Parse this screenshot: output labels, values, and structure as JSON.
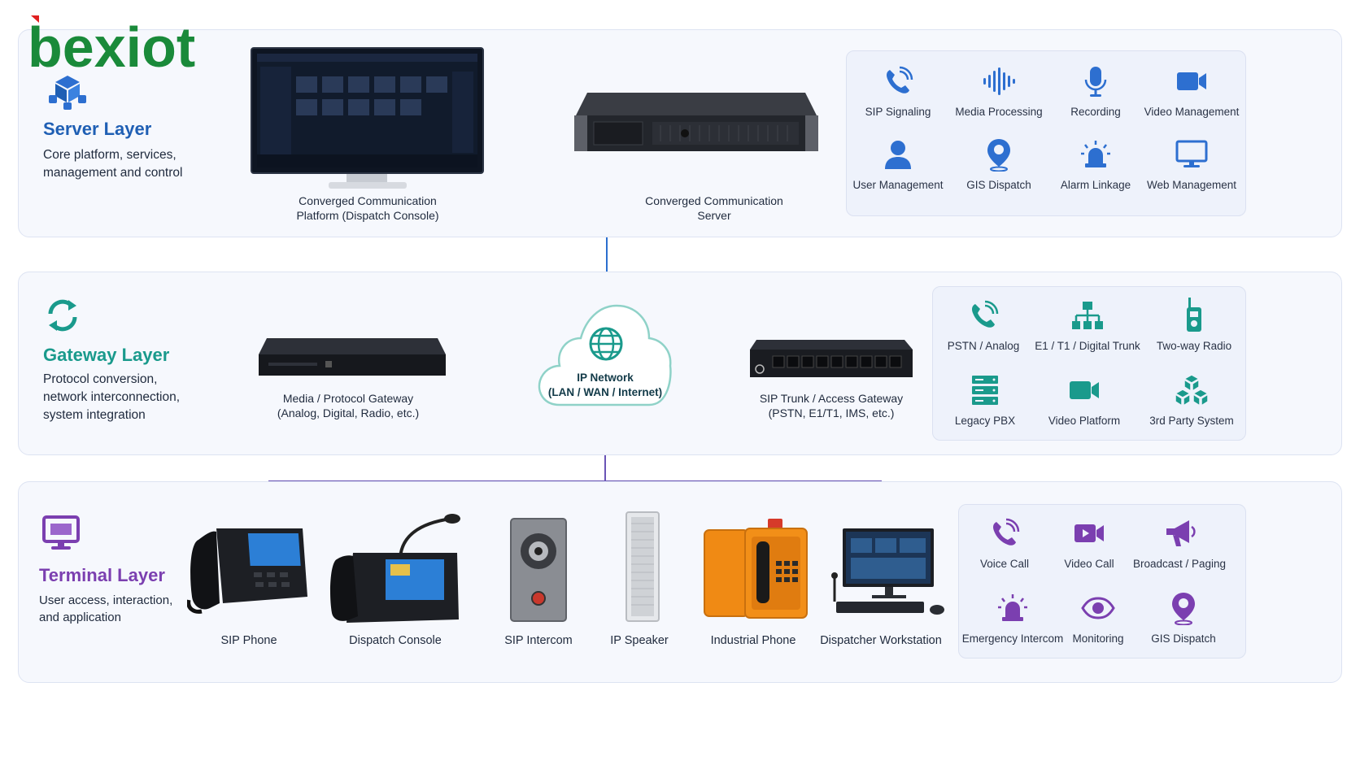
{
  "brand": {
    "logo_text": "bexiot",
    "color": "#1a8a3a",
    "accent": "#e02020"
  },
  "colors": {
    "server": "#1f5fb4",
    "gateway": "#1a9a8c",
    "terminal": "#7b3fb0",
    "server_line": "#2b6fcf",
    "network_line": "#6a54b5"
  },
  "server_layer": {
    "title": "Server Layer",
    "desc_lines": [
      "Core platform, services,",
      "management and control"
    ],
    "icon": "cube-network-icon",
    "devices": [
      {
        "caption_lines": [
          "Converged Communication",
          "Platform (Dispatch Console)"
        ]
      },
      {
        "caption_lines": [
          "Converged Communication",
          "Server"
        ]
      }
    ],
    "features": [
      {
        "label": "SIP Signaling",
        "icon": "phone-wave-icon"
      },
      {
        "label": "Media Processing",
        "icon": "audio-wave-icon"
      },
      {
        "label": "Recording",
        "icon": "microphone-icon"
      },
      {
        "label": "Video Management",
        "icon": "video-camera-icon"
      },
      {
        "label": "User Management",
        "icon": "user-icon"
      },
      {
        "label": "GIS Dispatch",
        "icon": "map-pin-icon"
      },
      {
        "label": "Alarm Linkage",
        "icon": "alarm-icon"
      },
      {
        "label": "Web Management",
        "icon": "monitor-icon"
      }
    ]
  },
  "gateway_layer": {
    "title": "Gateway Layer",
    "desc_lines": [
      "Protocol conversion,",
      "network interconnection,",
      "system integration"
    ],
    "icon": "sync-icon",
    "network": {
      "lines": [
        "IP Network",
        "(LAN / WAN / Internet)"
      ],
      "icon": "globe-icon"
    },
    "devices": [
      {
        "caption_lines": [
          "Media / Protocol Gateway",
          "(Analog, Digital, Radio, etc.)"
        ]
      },
      {
        "caption_lines": [
          "SIP Trunk / Access Gateway",
          "(PSTN, E1/T1, IMS, etc.)"
        ]
      }
    ],
    "features": [
      {
        "label": "PSTN / Analog",
        "icon": "phone-wave-icon"
      },
      {
        "label": "E1 / T1 / Digital Trunk",
        "icon": "hierarchy-icon"
      },
      {
        "label": "Two-way Radio",
        "icon": "radio-icon"
      },
      {
        "label": "Legacy PBX",
        "icon": "server-rack-icon"
      },
      {
        "label": "Video Platform",
        "icon": "video-camera-icon"
      },
      {
        "label": "3rd Party System",
        "icon": "cubes-icon"
      }
    ]
  },
  "terminal_layer": {
    "title": "Terminal Layer",
    "desc_lines": [
      "User access, interaction,",
      "and application"
    ],
    "icon": "monitor-icon",
    "devices": [
      {
        "label": "SIP Phone"
      },
      {
        "label": "Dispatch Console"
      },
      {
        "label": "SIP Intercom"
      },
      {
        "label": "IP Speaker"
      },
      {
        "label": "Industrial Phone"
      },
      {
        "label": "Dispatcher Workstation"
      }
    ],
    "features": [
      {
        "label": "Voice Call",
        "icon": "phone-wave-icon"
      },
      {
        "label": "Video Call",
        "icon": "video-camera-icon"
      },
      {
        "label": "Broadcast / Paging",
        "icon": "megaphone-icon"
      },
      {
        "label": "Emergency Intercom",
        "icon": "alarm-icon"
      },
      {
        "label": "Monitoring",
        "icon": "eye-icon"
      },
      {
        "label": "GIS Dispatch",
        "icon": "map-pin-icon"
      }
    ]
  }
}
